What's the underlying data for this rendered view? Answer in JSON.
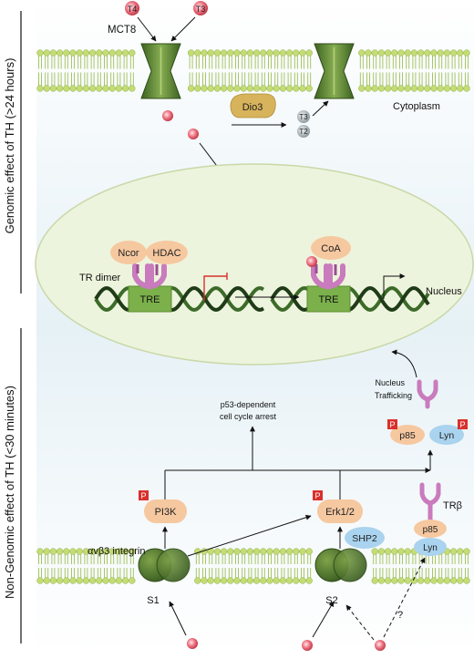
{
  "side_labels": {
    "genomic": "Genomic effect of TH (>24 hours)",
    "non_genomic": "Non-Genomic effect of TH (<30 minutes)"
  },
  "hormones": {
    "t4": "T4",
    "t3": "T3"
  },
  "transporter": "MCT8",
  "enzyme": "Dio3",
  "metabolites": {
    "t3": "T3",
    "t2": "T2"
  },
  "compartments": {
    "cytoplasm": "Cytoplasm",
    "nucleus": "Nucleus"
  },
  "nuclear": {
    "tr_dimer": "TR dimer",
    "ncor": "Ncor",
    "hdac": "HDAC",
    "coa": "CoA",
    "tre_left": "TRE",
    "tre_right": "TRE"
  },
  "nongenomic": {
    "trafficking_line1": "Nucleus",
    "trafficking_line2": "Trafficking",
    "p53_line1": "p53-dependent",
    "p53_line2": "cell cycle arrest",
    "p85_top": "p85",
    "lyn_top": "Lyn",
    "trb": "TRβ",
    "p85_bottom": "p85",
    "lyn_bottom": "Lyn",
    "pi3k": "PI3K",
    "erk": "Erk1/2",
    "shp2": "SHP2",
    "integrin": "αvβ3 integrin",
    "s1": "S1",
    "s2": "S2",
    "question": "?",
    "phospho": "P"
  },
  "colors": {
    "membrane_head": "#c4dc74",
    "membrane_tail": "#9fbf58",
    "channel": "#4f7a2c",
    "nucleus_fill": "#edf4dd",
    "nucleus_stroke": "#c9d8a8",
    "tre_box": "#7bb04b",
    "kinase": "#f6c8a0",
    "blue_protein": "#a9d3ee",
    "phospho": "#d9302c",
    "receptor": "#c97bbd",
    "hormone_dot": "#ea6a78",
    "dio3": "#d7b35b"
  }
}
